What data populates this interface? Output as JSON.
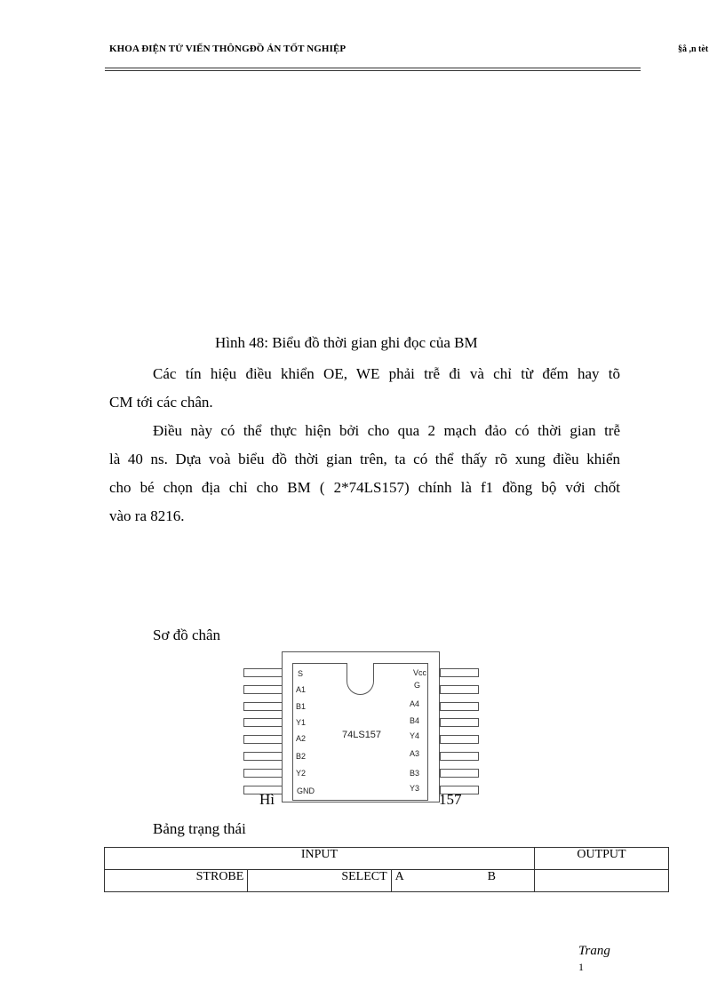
{
  "header": {
    "left_text": "KHOA  ĐIỆN  TỬ VIẾN  THÔNGĐỒ  ÁN TỐT NGHIỆP",
    "right_text": "§å ,n tèt"
  },
  "figure48": {
    "caption": "Hình 48: Biểu  đồ thời  gian ghi  đọc của BM"
  },
  "paragraphs": [
    {
      "lines": [
        "Các tín hiệu điều khiển OE, WE phải trễ đi và chỉ từ đếm hay tõ",
        "CM tới các chân."
      ]
    },
    {
      "lines": [
        "Điều này có thể thực hiện bởi cho qua 2 mạch đảo có thời gian trễ",
        "là 40 ns. Dựa voà biểu đồ thời gian trên, ta có thể thấy rõ xung điều khiển",
        "cho bé chọn địa chỉ cho BM ( 2*74LS157) chính là f1 đồng bộ với chốt",
        "vào ra 8216."
      ]
    }
  ],
  "pinout": {
    "heading": "Sơ đồ chân",
    "chip_name": "74LS157",
    "left_pins": [
      "S",
      "A1",
      "B1",
      "Y1",
      "A2",
      "B2",
      "Y2",
      "GND"
    ],
    "right_pins": [
      "Vcc",
      "G",
      "A4",
      "B4",
      "Y4",
      "A3",
      "B3",
      "Y3"
    ],
    "caption_left_fragment": "Hì",
    "caption_right_fragment": "157"
  },
  "state_table": {
    "heading": "Bảng trạng thái",
    "header_row": {
      "input": "INPUT",
      "output": "OUTPUT"
    },
    "sub_row": {
      "strobe": "STROBE",
      "select": "SELECT",
      "a": "A",
      "b": "B",
      "output": ""
    }
  },
  "footer": {
    "page_label": "Trang",
    "page_number": "1"
  }
}
